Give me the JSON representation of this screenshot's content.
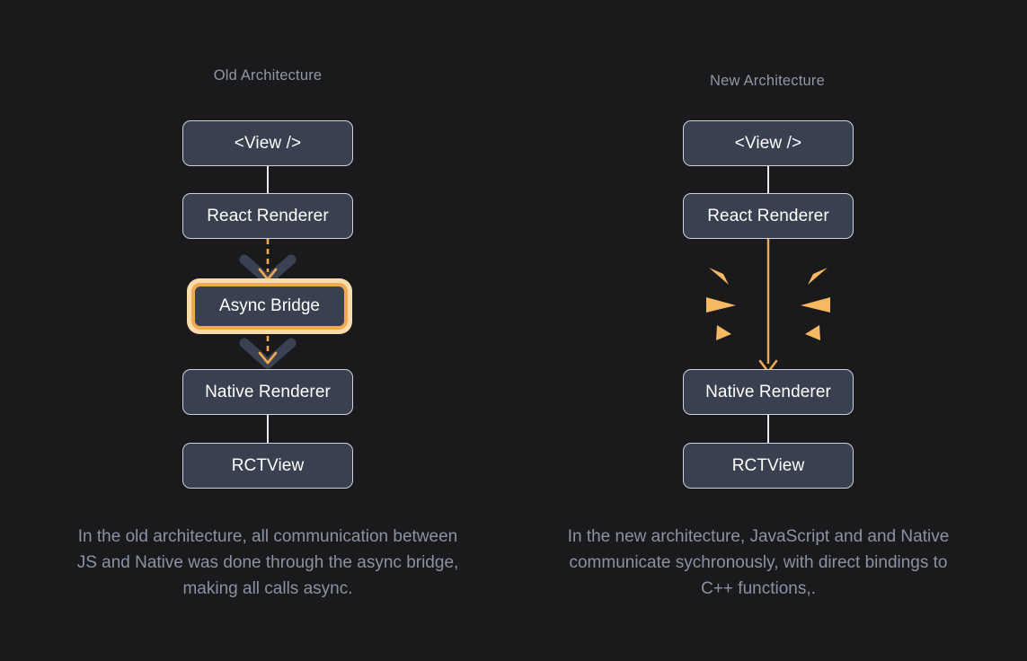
{
  "background_color": "#1a1a1c",
  "accent_color": "#f0a94f",
  "accent_glow_color": "#f8dcab",
  "node_fill_color": "#39404f",
  "node_border_color": "#ced2db",
  "text_color": "#ffffff",
  "muted_text_color": "#8b92a3",
  "columns": [
    {
      "id": "old",
      "title": "Old Architecture",
      "nodes": [
        {
          "id": "view",
          "label": "<View />",
          "highlighted": false
        },
        {
          "id": "react-renderer",
          "label": "React Renderer",
          "highlighted": false
        },
        {
          "id": "async-bridge",
          "label": "Async Bridge",
          "highlighted": true
        },
        {
          "id": "native-renderer",
          "label": "Native Renderer",
          "highlighted": false
        },
        {
          "id": "rctview",
          "label": "RCTView",
          "highlighted": false
        }
      ],
      "connectors": [
        {
          "from": "view",
          "to": "react-renderer",
          "style": "solid-white"
        },
        {
          "from": "react-renderer",
          "to": "async-bridge",
          "style": "dashed-orange-arrow"
        },
        {
          "from": "async-bridge",
          "to": "native-renderer",
          "style": "dashed-orange-arrow"
        },
        {
          "from": "native-renderer",
          "to": "rctview",
          "style": "solid-white"
        }
      ],
      "caption": "In the old architecture, all communication between JS and Native was done through the async bridge, making all calls async."
    },
    {
      "id": "new",
      "title": "New Architecture",
      "nodes": [
        {
          "id": "view",
          "label": "<View />",
          "highlighted": false
        },
        {
          "id": "react-renderer",
          "label": "React Renderer",
          "highlighted": false
        },
        {
          "id": "native-renderer",
          "label": "Native Renderer",
          "highlighted": false
        },
        {
          "id": "rctview",
          "label": "RCTView",
          "highlighted": false
        }
      ],
      "connectors": [
        {
          "from": "view",
          "to": "react-renderer",
          "style": "solid-white"
        },
        {
          "from": "react-renderer",
          "to": "native-renderer",
          "style": "solid-orange-arrow-sparkle"
        },
        {
          "from": "native-renderer",
          "to": "rctview",
          "style": "solid-white"
        }
      ],
      "decoration": "sync-burst-rays",
      "caption": "In the new architecture, JavaScript and and Native communicate sychronously, with direct bindings to C++ functions,."
    }
  ]
}
